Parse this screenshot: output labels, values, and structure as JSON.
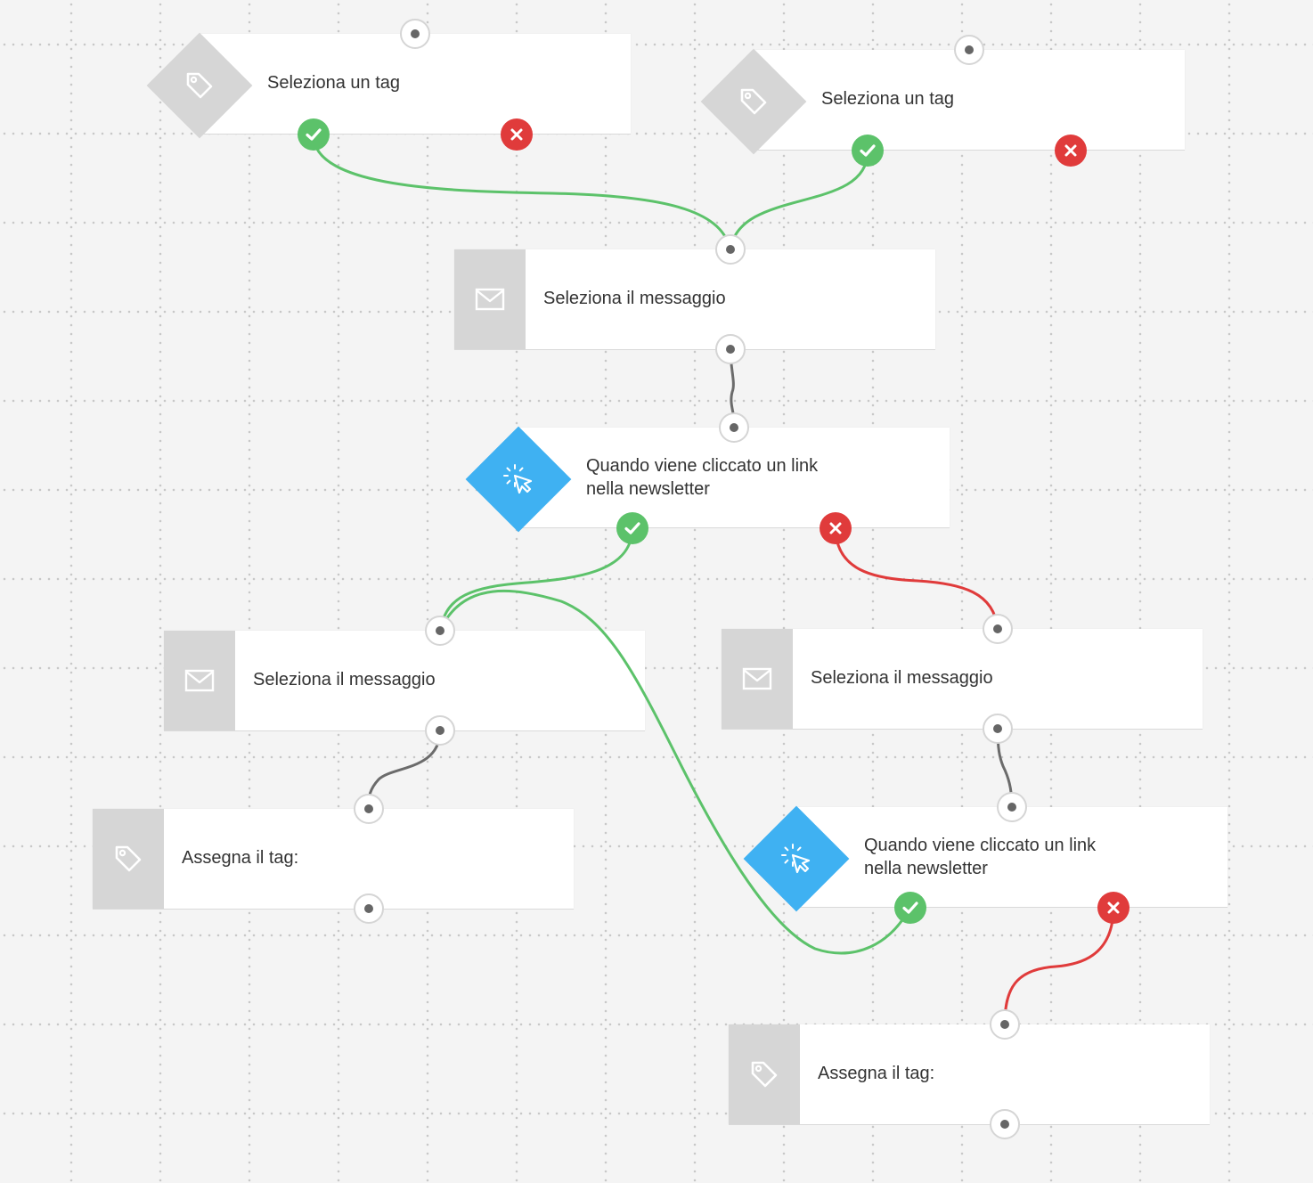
{
  "nodes": {
    "tag_condition_1": {
      "label": "Seleziona un tag",
      "icon": "tag-icon"
    },
    "tag_condition_2": {
      "label": "Seleziona un tag",
      "icon": "tag-icon"
    },
    "message_1": {
      "label": "Seleziona il messaggio",
      "icon": "envelope-icon"
    },
    "click_condition_1": {
      "line1": "Quando viene cliccato un link",
      "line2": "nella newsletter",
      "icon": "cursor-click-icon"
    },
    "message_2": {
      "label": "Seleziona il messaggio",
      "icon": "envelope-icon"
    },
    "message_3": {
      "label": "Seleziona il messaggio",
      "icon": "envelope-icon"
    },
    "assign_tag_1": {
      "label": "Assegna il tag:",
      "icon": "tag-icon"
    },
    "click_condition_2": {
      "line1": "Quando viene cliccato un link",
      "line2": "nella newsletter",
      "icon": "cursor-click-icon"
    },
    "assign_tag_2": {
      "label": "Assegna il tag:",
      "icon": "tag-icon"
    }
  },
  "colors": {
    "yes": "#5cc26a",
    "no": "#e03b3b",
    "neutral_link": "#6b6b6b",
    "action_icon_bg": "#d6d6d6",
    "click_condition_bg": "#3fb1f2"
  },
  "connections": [
    {
      "from": "tag_condition_1",
      "outcome": "yes",
      "to": "message_1"
    },
    {
      "from": "tag_condition_2",
      "outcome": "yes",
      "to": "message_1"
    },
    {
      "from": "message_1",
      "outcome": "next",
      "to": "click_condition_1"
    },
    {
      "from": "click_condition_1",
      "outcome": "yes",
      "to": "message_2"
    },
    {
      "from": "click_condition_1",
      "outcome": "no",
      "to": "message_3"
    },
    {
      "from": "message_2",
      "outcome": "next",
      "to": "assign_tag_1"
    },
    {
      "from": "message_3",
      "outcome": "next",
      "to": "click_condition_2"
    },
    {
      "from": "click_condition_2",
      "outcome": "yes",
      "to": "message_2"
    },
    {
      "from": "click_condition_2",
      "outcome": "no",
      "to": "assign_tag_2"
    }
  ]
}
